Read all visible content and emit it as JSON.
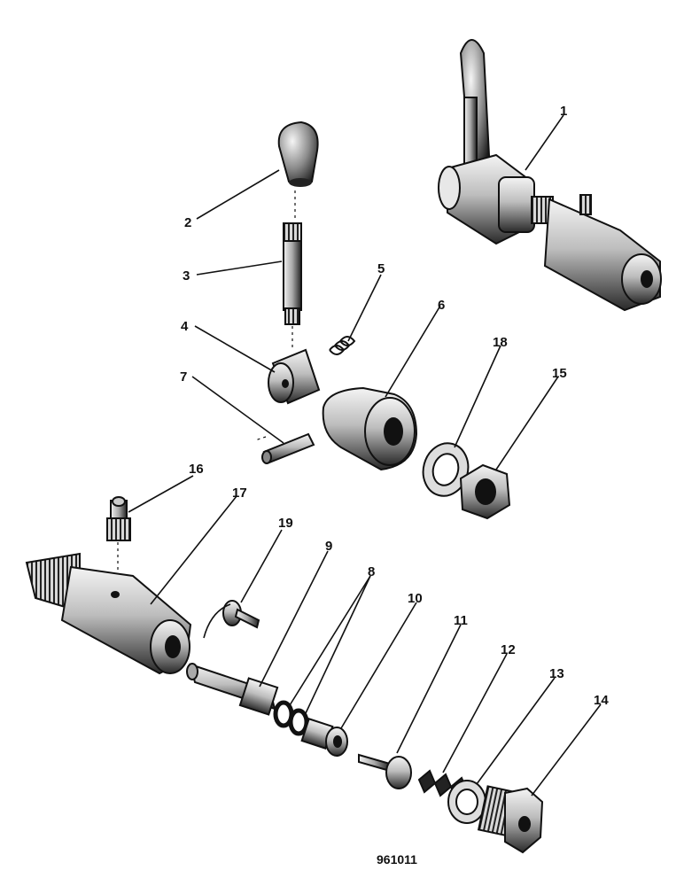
{
  "drawing_number": "961011",
  "callouts": {
    "c1": "1",
    "c2": "2",
    "c3": "3",
    "c4": "4",
    "c5": "5",
    "c6": "6",
    "c7": "7",
    "c8": "8",
    "c9": "9",
    "c10": "10",
    "c11": "11",
    "c12": "12",
    "c13": "13",
    "c14": "14",
    "c15": "15",
    "c16": "16",
    "c17": "17",
    "c18": "18",
    "c19": "19"
  }
}
